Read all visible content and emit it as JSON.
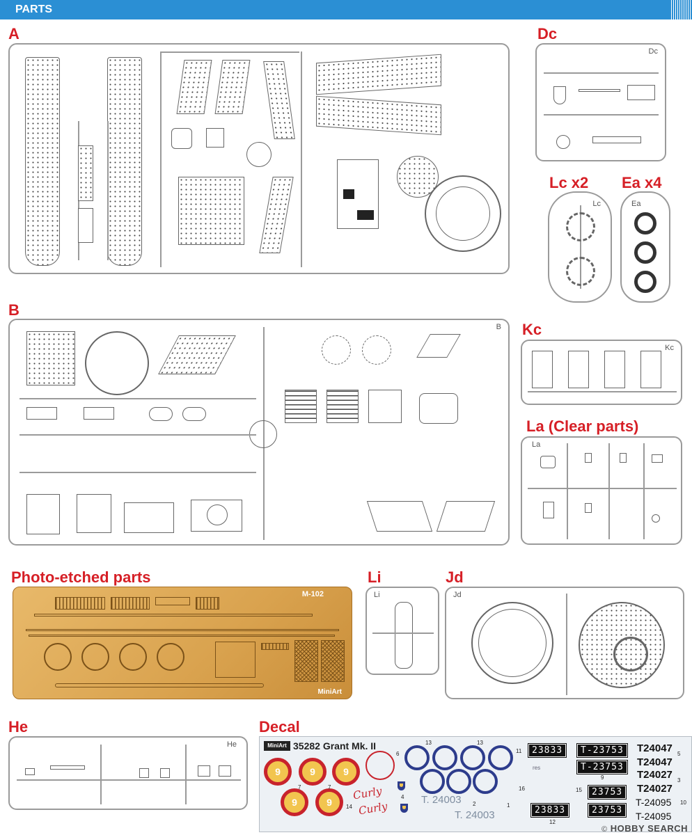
{
  "header": {
    "title": "PARTS",
    "color": "#2b8fd4"
  },
  "sections": {
    "a": "A",
    "dc": "Dc",
    "lc": "Lc x2",
    "ea": "Ea x4",
    "b": "B",
    "kc": "Kc",
    "la": "La (Clear parts)",
    "pe": "Photo-etched parts",
    "li": "Li",
    "jd": "Jd",
    "he": "He",
    "decal": "Decal"
  },
  "sprue_tags": {
    "dc": "Dc",
    "lc": "Lc",
    "ea": "Ea",
    "b": "B",
    "kc": "Kc",
    "la": "La",
    "li": "Li",
    "jd": "Jd",
    "he": "He"
  },
  "pe_sheet": {
    "code": "M-102",
    "brand": "MiniArt"
  },
  "decal": {
    "brand": "MiniArt",
    "title": "35282 Grant Mk. II",
    "roundel_label": "9",
    "curly": "Curly",
    "serials": {
      "t24003_a": "T. 24003",
      "t24003_b": "T. 24003",
      "plate_23833_a": "23833",
      "plate_23833_b": "23833",
      "t23753_a": "T-23753",
      "t23753_b": "T-23753",
      "n23753_a": "23753",
      "n23753_b": "23753",
      "t24047_a": "T24047",
      "t24047_b": "T24047",
      "t24027_a": "T24027",
      "t24027_b": "T24027",
      "t24095_a": "T-24095",
      "t24095_b": "T-24095",
      "res": "res"
    },
    "nums": {
      "n1": "1",
      "n2": "2",
      "n3": "3",
      "n4": "4",
      "n5": "5",
      "n6": "6",
      "n7": "7",
      "n9": "9",
      "n10": "10",
      "n11": "11",
      "n12": "12",
      "n13": "13",
      "n14": "14",
      "n15": "15",
      "n16": "16"
    },
    "colors": {
      "roundel": "#f2c54f",
      "red": "#c8232c",
      "blue": "#2d3c8c"
    }
  },
  "watermark": {
    "text": "HOBBY SEARCH",
    "symbol": "©"
  }
}
